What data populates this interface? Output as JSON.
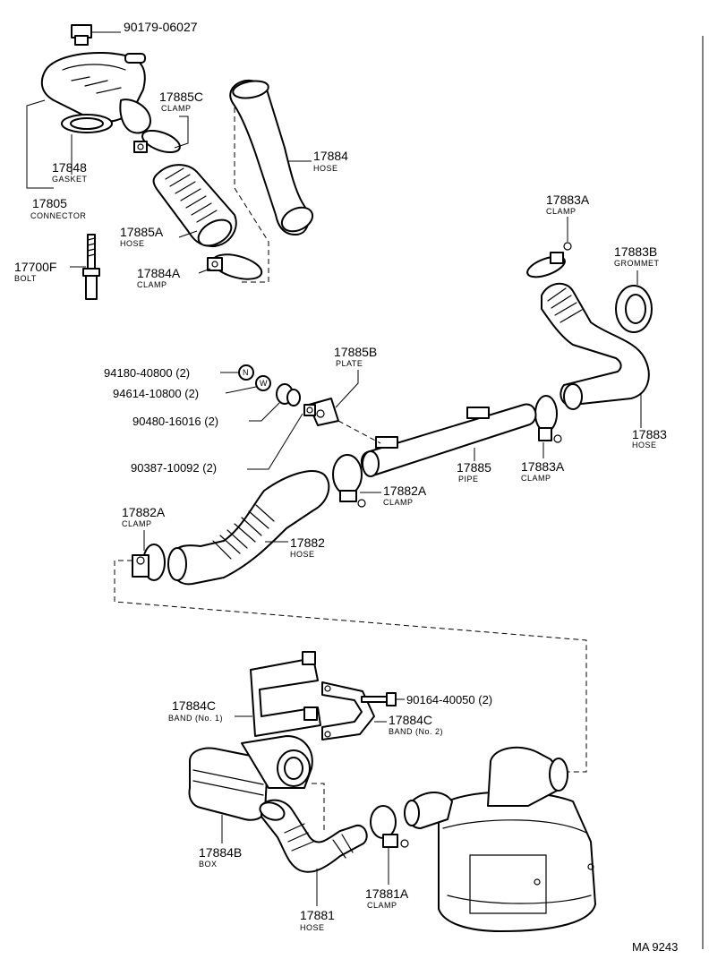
{
  "diagram_ref": "MA 9243",
  "labels": [
    {
      "id": "bolt-90179",
      "number": "90179-06027",
      "name": ""
    },
    {
      "id": "clamp-17885c",
      "number": "17885C",
      "name": "CLAMP"
    },
    {
      "id": "hose-17884",
      "number": "17884",
      "name": "HOSE"
    },
    {
      "id": "gasket-17848",
      "number": "17848",
      "name": "GASKET"
    },
    {
      "id": "connector-17805",
      "number": "17805",
      "name": "CONNECTOR"
    },
    {
      "id": "hose-17885a",
      "number": "17885A",
      "name": "HOSE"
    },
    {
      "id": "bolt-17700f",
      "number": "17700F",
      "name": "BOLT"
    },
    {
      "id": "clamp-17884a",
      "number": "17884A",
      "name": "CLAMP"
    },
    {
      "id": "clamp-17883a-top",
      "number": "17883A",
      "name": "CLAMP"
    },
    {
      "id": "grommet-17883b",
      "number": "17883B",
      "name": "GROMMET"
    },
    {
      "id": "nut-94180",
      "number": "94180-40800 (2)",
      "name": ""
    },
    {
      "id": "washer-94614",
      "number": "94614-10800 (2)",
      "name": ""
    },
    {
      "id": "grommet-90480",
      "number": "90480-16016 (2)",
      "name": ""
    },
    {
      "id": "collar-90387",
      "number": "90387-10092 (2)",
      "name": ""
    },
    {
      "id": "plate-17885b",
      "number": "17885B",
      "name": "PLATE"
    },
    {
      "id": "hose-17883",
      "number": "17883",
      "name": "HOSE"
    },
    {
      "id": "pipe-17885",
      "number": "17885",
      "name": "PIPE"
    },
    {
      "id": "clamp-17883a-mid",
      "number": "17883A",
      "name": "CLAMP"
    },
    {
      "id": "clamp-17882a-mid",
      "number": "17882A",
      "name": "CLAMP"
    },
    {
      "id": "clamp-17882a-left",
      "number": "17882A",
      "name": "CLAMP"
    },
    {
      "id": "hose-17882",
      "number": "17882",
      "name": "HOSE"
    },
    {
      "id": "band-17884c-1",
      "number": "17884C",
      "name": "BAND (No. 1)"
    },
    {
      "id": "screw-90164",
      "number": "90164-40050 (2)",
      "name": ""
    },
    {
      "id": "band-17884c-2",
      "number": "17884C",
      "name": "BAND (No. 2)"
    },
    {
      "id": "box-17884b",
      "number": "17884B",
      "name": "BOX"
    },
    {
      "id": "hose-17881",
      "number": "17881",
      "name": "HOSE"
    },
    {
      "id": "clamp-17881a",
      "number": "17881A",
      "name": "CLAMP"
    }
  ],
  "symbols": {
    "nut": "N",
    "washer": "W"
  }
}
